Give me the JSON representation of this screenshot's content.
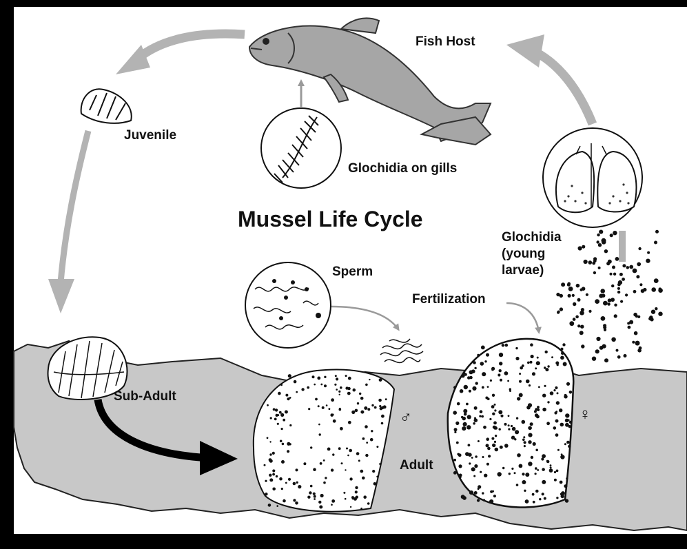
{
  "diagram": {
    "title": "Mussel Life Cycle",
    "labels": {
      "fish_host": "Fish Host",
      "juvenile": "Juvenile",
      "glochidia_on_gills": "Glochidia on gills",
      "glochidia_young_larvae": "Glochidia\n(young\nlarvae)",
      "sperm": "Sperm",
      "fertilization": "Fertilization",
      "sub_adult": "Sub-Adult",
      "adult": "Adult",
      "male_symbol": "♂",
      "female_symbol": "♀"
    },
    "colors": {
      "background": "#ffffff",
      "frame": "#000000",
      "riverbed": "#c8c8c8",
      "fish": "#a6a6a6",
      "cycle_arrow": "#b3b3b3",
      "growth_arrow": "#000000",
      "ink": "#111111"
    }
  }
}
